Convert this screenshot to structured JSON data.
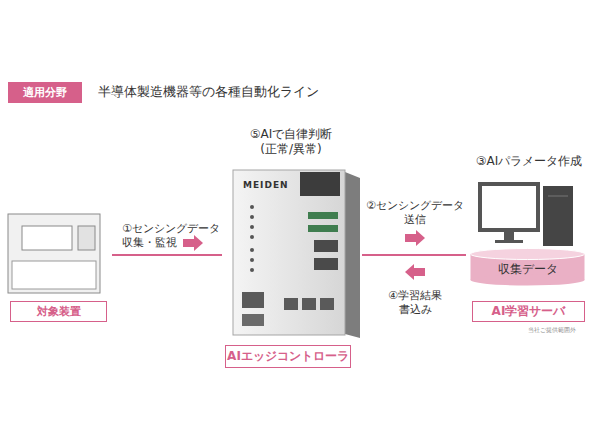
{
  "diagram": {
    "title": "半導体製造機器等の各種自動化ライン",
    "nodes": [
      {
        "text": [
          "適用分野"
        ]
      },
      {
        "text": [
          "対象装置"
        ]
      },
      {
        "text": [
          "AIエッジコントローラ"
        ]
      },
      {
        "text": [
          "AI学習サーバ"
        ]
      },
      {
        "text": [
          "収集データ"
        ],
        "in": 3
      }
    ],
    "edges": [
      {
        "from": 1,
        "to": 2,
        "label": "①センシングデータ 収集・監視",
        "arrow": "to"
      },
      {
        "from": 2,
        "to": 3,
        "label": "②センシングデータ 送信",
        "arrow": "to"
      },
      {
        "from": 3,
        "to": 2,
        "label": "④学習結果 書込み",
        "arrow": "to"
      }
    ],
    "labels": [
      "⑤AIで自律判断 (正常/異常)",
      "③AIパラメータ作成",
      "MEIDEN",
      "当社ご提供範囲外"
    ]
  }
}
